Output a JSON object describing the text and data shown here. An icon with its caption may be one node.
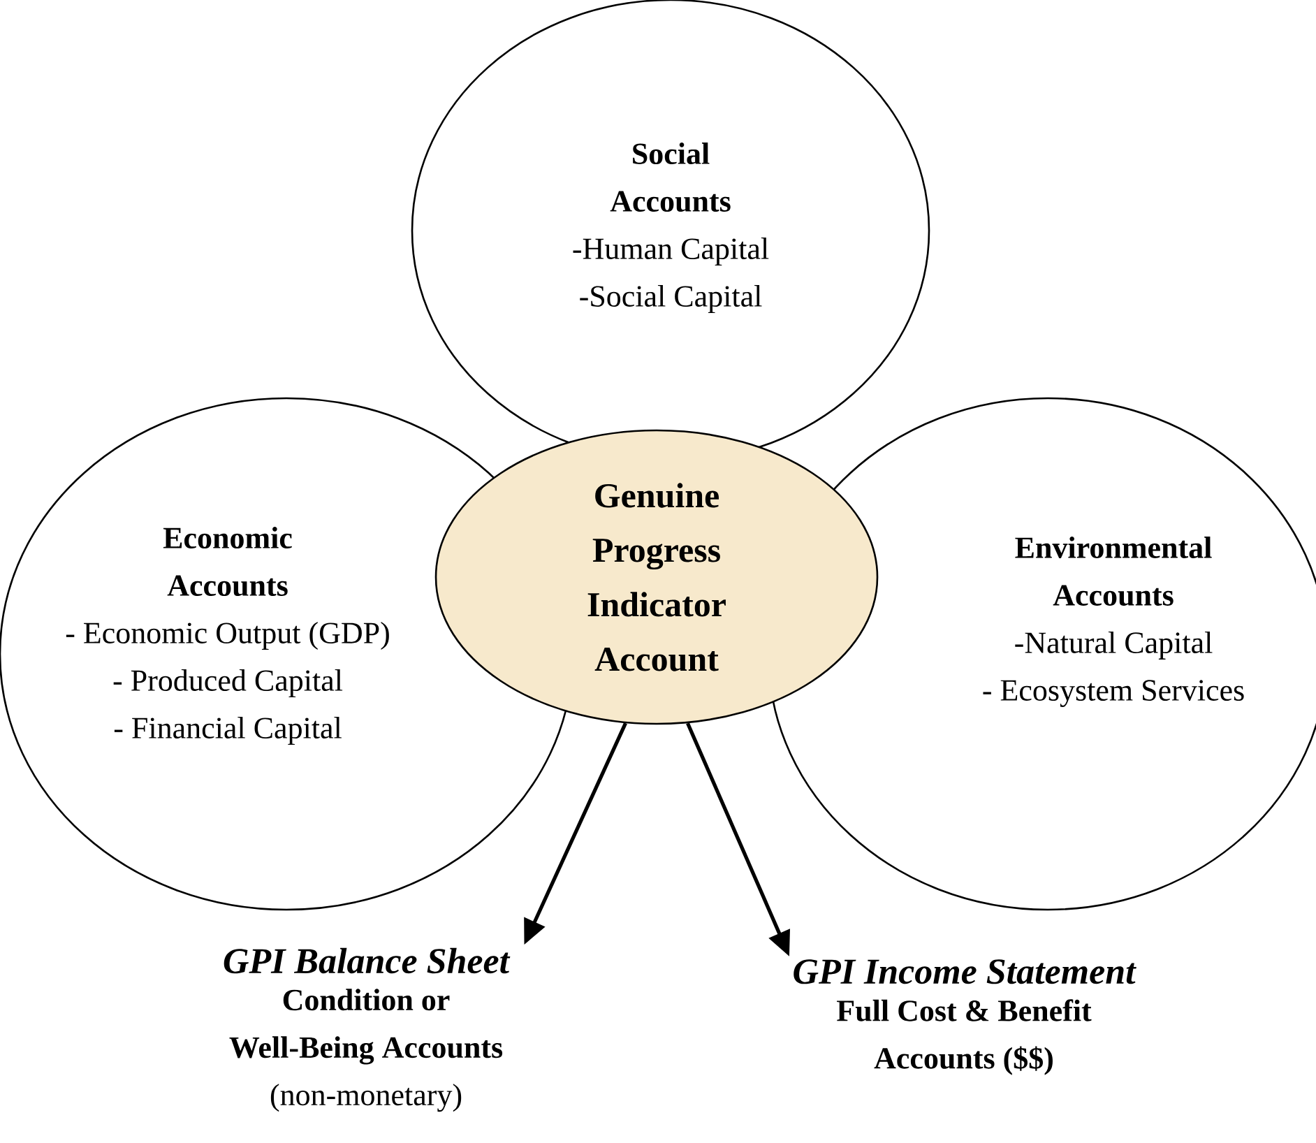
{
  "diagram": {
    "nodes": [
      {
        "text": [
          "Social Accounts",
          "-Human Capital",
          "-Social Capital"
        ]
      },
      {
        "text": [
          "Economic Accounts",
          "- Economic Output (GDP)",
          "- Produced Capital",
          "- Financial Capital"
        ]
      },
      {
        "text": [
          "Genuine Progress Indicator Account"
        ]
      },
      {
        "text": [
          "Environmental Accounts",
          "-Natural Capital",
          "- Ecosystem Services"
        ]
      },
      {
        "text": [
          "GPI Balance Sheet",
          "Condition or Well-Being Accounts",
          "(non-monetary)"
        ]
      },
      {
        "text": [
          "GPI Income Statement",
          "Full Cost & Benefit Accounts ($$)"
        ]
      }
    ],
    "edges": [
      {
        "from": 2,
        "to": 4,
        "arrow": "to"
      },
      {
        "from": 2,
        "to": 5,
        "arrow": "to"
      }
    ]
  }
}
